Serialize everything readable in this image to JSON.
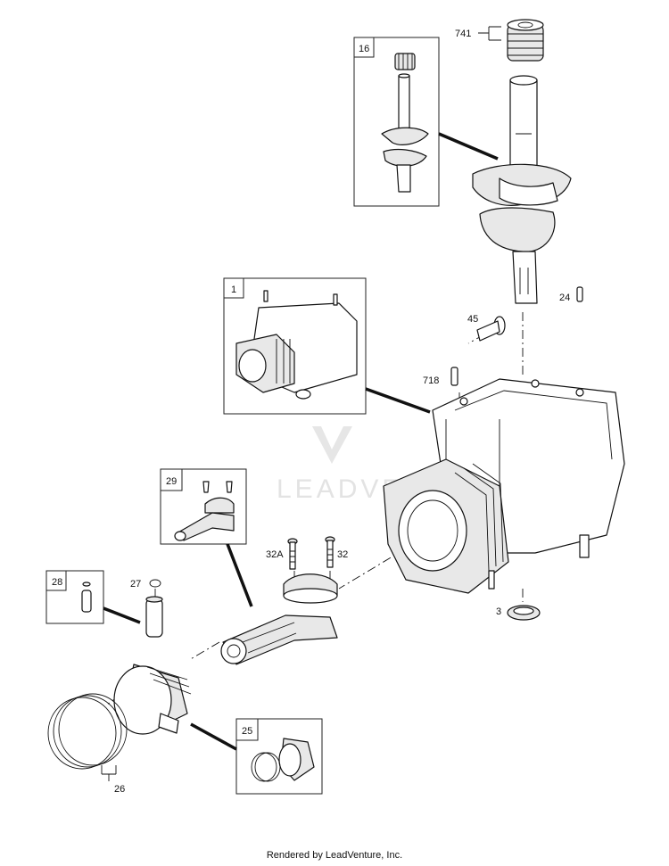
{
  "callouts": {
    "c741": "741",
    "c16": "16",
    "c24": "24",
    "c1": "1",
    "c45": "45",
    "c718": "718",
    "c29": "29",
    "c32a": "32A",
    "c32": "32",
    "c28": "28",
    "c27": "27",
    "c3": "3",
    "c25": "25",
    "c26": "26"
  },
  "watermark": {
    "brand": "LEADVENTURE"
  },
  "footer": {
    "text": "Rendered by LeadVenture, Inc."
  }
}
